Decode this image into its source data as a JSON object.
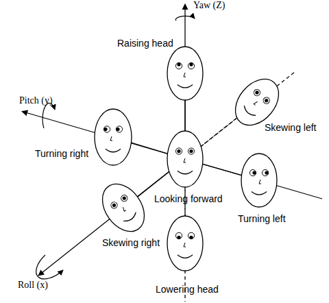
{
  "diagram": {
    "nodes": [
      {
        "text": [
          "Raising head"
        ]
      },
      {
        "text": [
          "Skewing left"
        ]
      },
      {
        "text": [
          "Turning right"
        ]
      },
      {
        "text": [
          "Looking forward"
        ]
      },
      {
        "text": [
          "Turning left"
        ]
      },
      {
        "text": [
          "Skewing right"
        ]
      },
      {
        "text": [
          "Lowering head"
        ]
      }
    ],
    "edges": [
      {
        "from": 3,
        "to": 0,
        "arrow": "none"
      },
      {
        "from": 3,
        "to": 1,
        "arrow": "none"
      },
      {
        "from": 3,
        "to": 2,
        "arrow": "none"
      },
      {
        "from": 3,
        "to": 4,
        "arrow": "none"
      },
      {
        "from": 3,
        "to": 5,
        "arrow": "none"
      },
      {
        "from": 3,
        "to": 6,
        "arrow": "none"
      }
    ],
    "labels": [
      "Yaw (Z)",
      "Pitch (y)",
      "Roll (x)"
    ]
  }
}
